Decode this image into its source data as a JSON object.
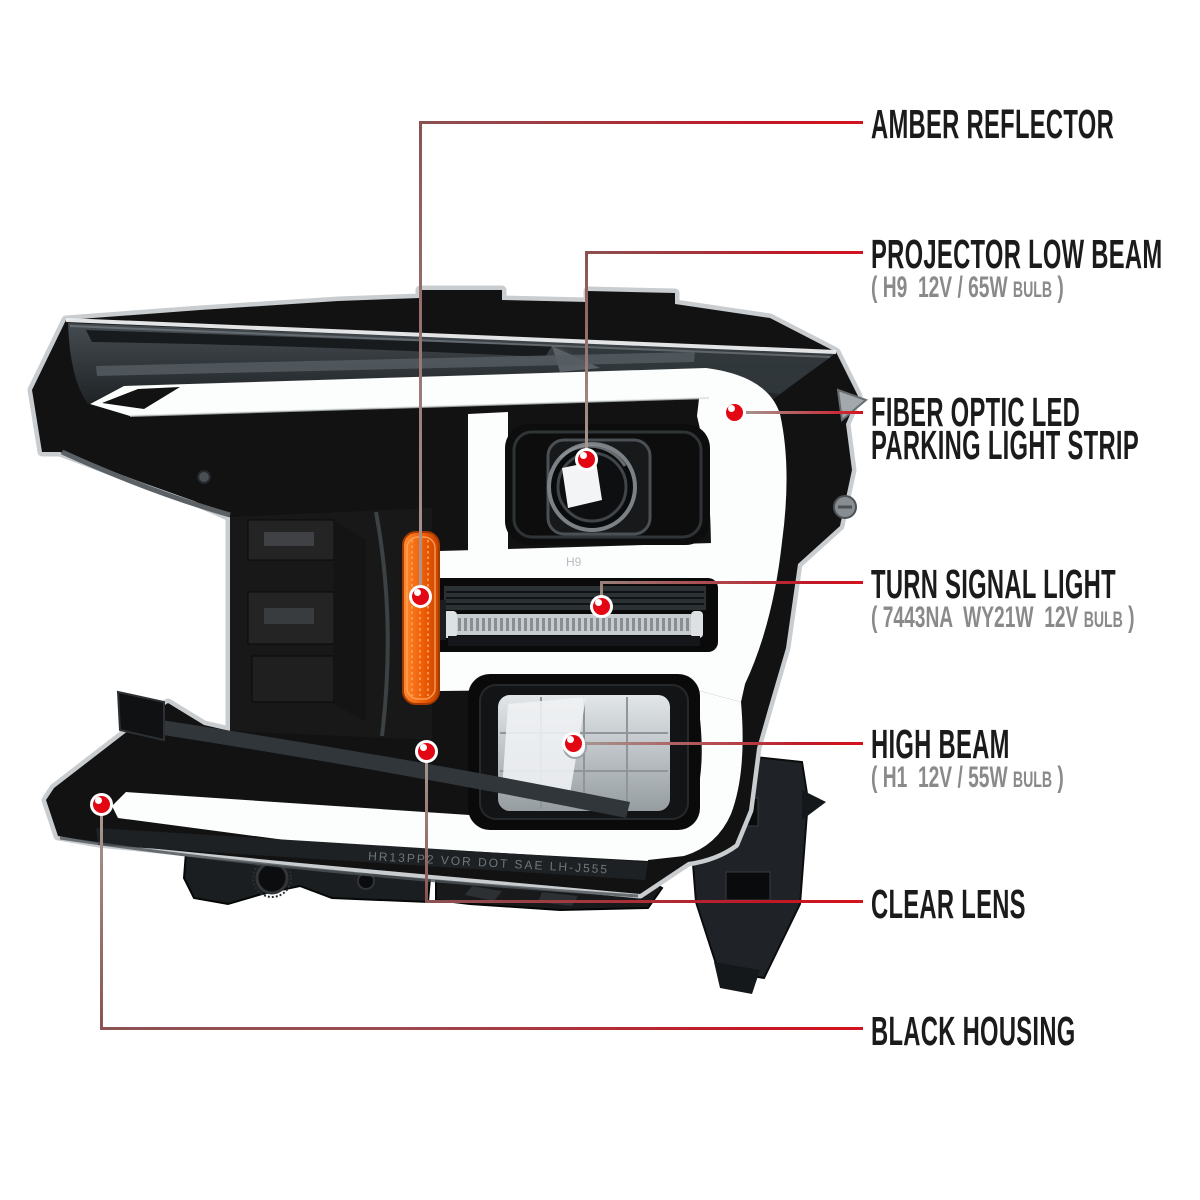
{
  "page": {
    "background": "#ffffff"
  },
  "illustration": {
    "subject": "projector headlight assembly, front three-quarter view",
    "lens_marking": "HR13PP2 VOR DOT SAE LH-J555",
    "projector_marking": "H9"
  },
  "colors": {
    "accent_red": "#e30613",
    "leader_red": "#d4121f",
    "leader_gray": "#a89a94",
    "label_black": "#1b1b1b",
    "spec_gray": "#8a8a8a",
    "amber": "#e85c12",
    "drl_white": "#fcfdfd",
    "housing_black": "#121212",
    "background": "#ffffff"
  },
  "callouts": [
    {
      "id": "amber-reflector",
      "label": "AMBER REFLECTOR"
    },
    {
      "id": "projector-low-beam",
      "label": "PROJECTOR LOW BEAM",
      "spec_prefix": "( H9  12V / 65W ",
      "spec_small": "BULB",
      "spec_suffix": " )"
    },
    {
      "id": "fiber-optic-led-parking-light-strip",
      "label": "FIBER OPTIC LED",
      "label_line2": "PARKING LIGHT STRIP"
    },
    {
      "id": "turn-signal-light",
      "label": "TURN SIGNAL LIGHT",
      "spec_prefix": "( 7443NA  WY21W  12V ",
      "spec_small": "BULB",
      "spec_suffix": " )"
    },
    {
      "id": "high-beam",
      "label": "HIGH BEAM",
      "spec_prefix": "( H1  12V / 55W ",
      "spec_small": "BULB",
      "spec_suffix": " )"
    },
    {
      "id": "clear-lens",
      "label": "CLEAR LENS"
    },
    {
      "id": "black-housing",
      "label": "BLACK HOUSING"
    }
  ]
}
